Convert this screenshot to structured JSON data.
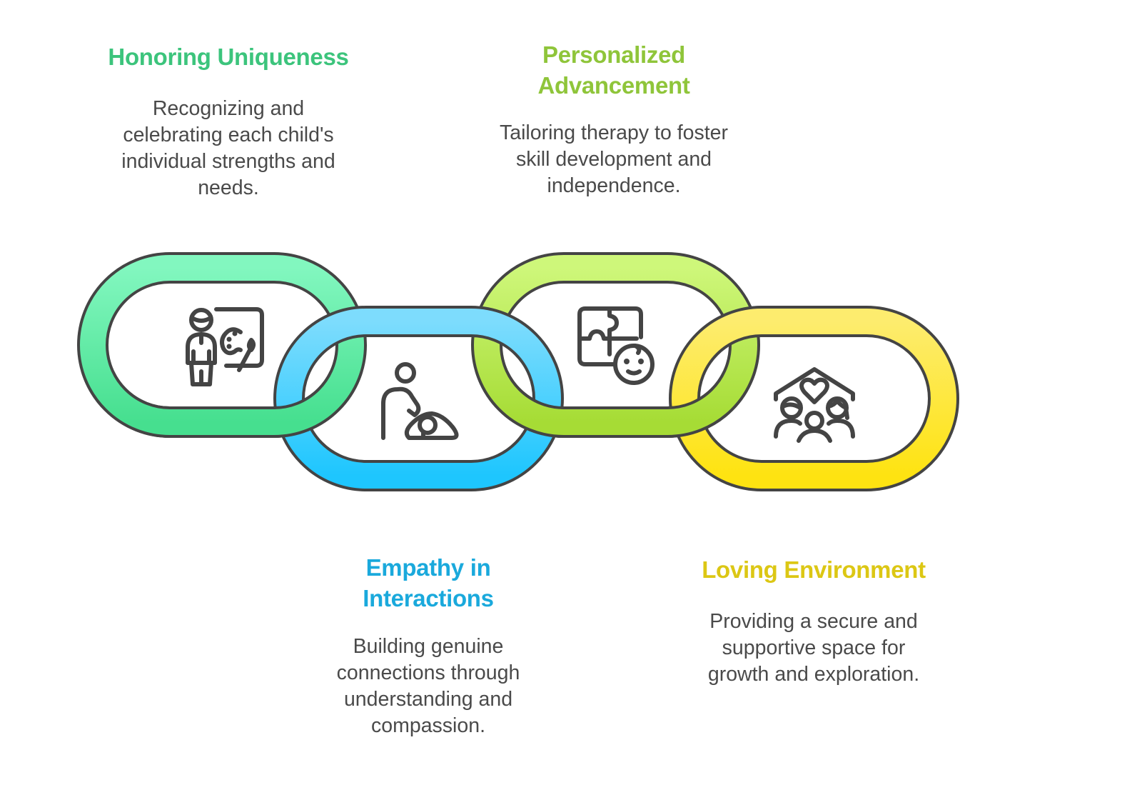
{
  "diagram": {
    "type": "interlocking-chain",
    "links": [
      {
        "id": "honoring-uniqueness",
        "title": "Honoring Uniqueness",
        "description": [
          "Recognizing and",
          "celebrating each child's",
          "individual strengths and",
          "needs."
        ],
        "icon": "teacher-art-palette-icon",
        "color": "#3cc47c",
        "gradient": [
          "#82f7bf",
          "#46df8f"
        ]
      },
      {
        "id": "empathy-in-interactions",
        "title": "Empathy in Interactions",
        "title_lines": [
          "Empathy in",
          "Interactions"
        ],
        "description": [
          "Building genuine",
          "connections through",
          "understanding and",
          "compassion."
        ],
        "icon": "caregiver-comforting-child-icon",
        "color": "#1aa9dc",
        "gradient": [
          "#7ddcfd",
          "#1ec6fe"
        ]
      },
      {
        "id": "personalized-advancement",
        "title": "Personalized Advancement",
        "title_lines": [
          "Personalized",
          "Advancement"
        ],
        "description": [
          "Tailoring therapy to foster",
          "skill development and",
          "independence."
        ],
        "icon": "puzzle-child-face-icon",
        "color": "#8fc53a",
        "gradient": [
          "#cef77a",
          "#a6dc35"
        ]
      },
      {
        "id": "loving-environment",
        "title": "Loving Environment",
        "description": [
          "Providing a secure and",
          "supportive space for",
          "growth and exploration."
        ],
        "icon": "family-home-heart-icon",
        "color": "#dcc714",
        "gradient": [
          "#fdec6e",
          "#fee311"
        ]
      }
    ],
    "outline_color": "#444444"
  }
}
